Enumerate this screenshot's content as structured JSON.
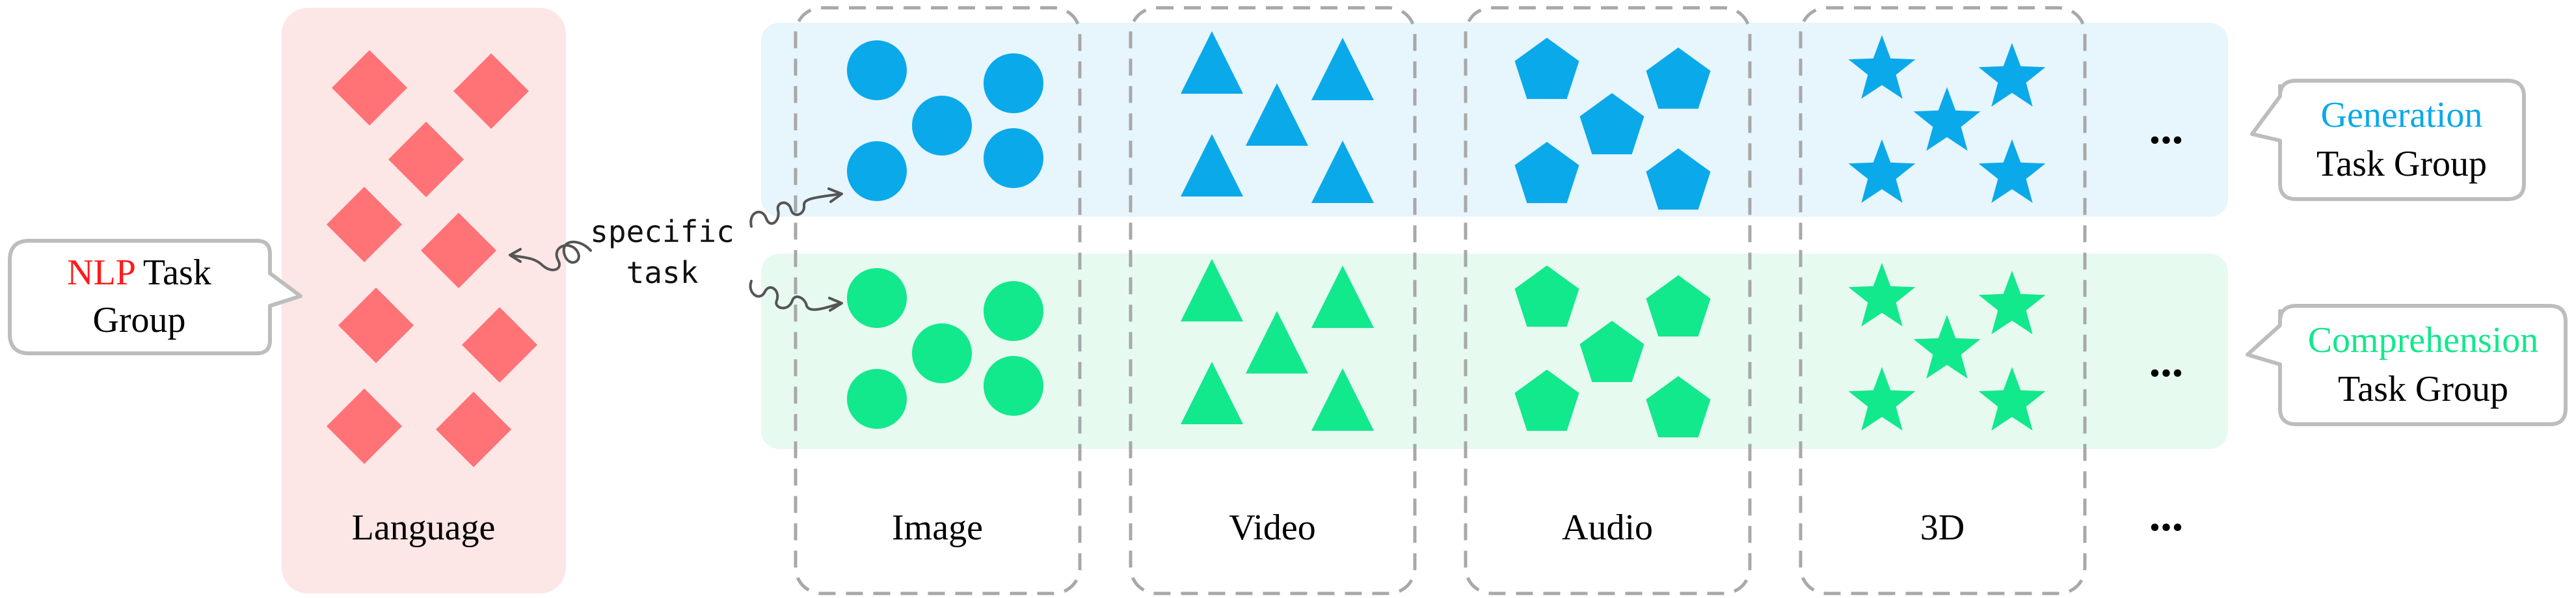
{
  "nlp_callout": {
    "highlight": "NLP",
    "rest": "Task",
    "line2": "Group"
  },
  "generation_callout": {
    "line1": "Generation",
    "line2": "Task Group"
  },
  "comprehension_callout": {
    "line1": "Comprehension",
    "line2": "Task Group"
  },
  "specific_task": {
    "line1": "specific",
    "line2": "task"
  },
  "modalities": [
    "Language",
    "Image",
    "Video",
    "Audio",
    "3D"
  ],
  "ellipsis": "...",
  "colors": {
    "nlp": "#ff7276",
    "nlp_text": "#ff1a1a",
    "nlp_panel": "#fde6e6",
    "generation": "#0aa9ea",
    "generation_band": "#e7f5fc",
    "comprehension": "#12e88c",
    "comprehension_band": "#e6faf0",
    "dashed_border": "#a8a8a8",
    "callout_border": "#bdbdbd"
  },
  "icons": {
    "language": "diamond",
    "image": "circle",
    "video": "triangle",
    "audio": "pentagon",
    "3d": "star"
  }
}
